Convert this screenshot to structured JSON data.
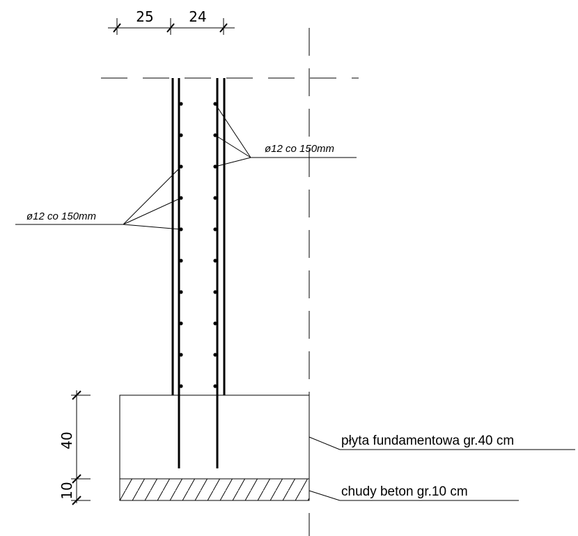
{
  "dimensions": {
    "top_left": "25",
    "top_right": "24",
    "slab_height": "40",
    "lean_concrete_height": "10"
  },
  "rebar_labels": {
    "right": "ø12 co 150mm",
    "left": "ø12 co 150mm"
  },
  "layer_labels": {
    "slab": "płyta fundamentowa gr.40 cm",
    "lean_concrete": "chudy beton gr.10 cm"
  }
}
